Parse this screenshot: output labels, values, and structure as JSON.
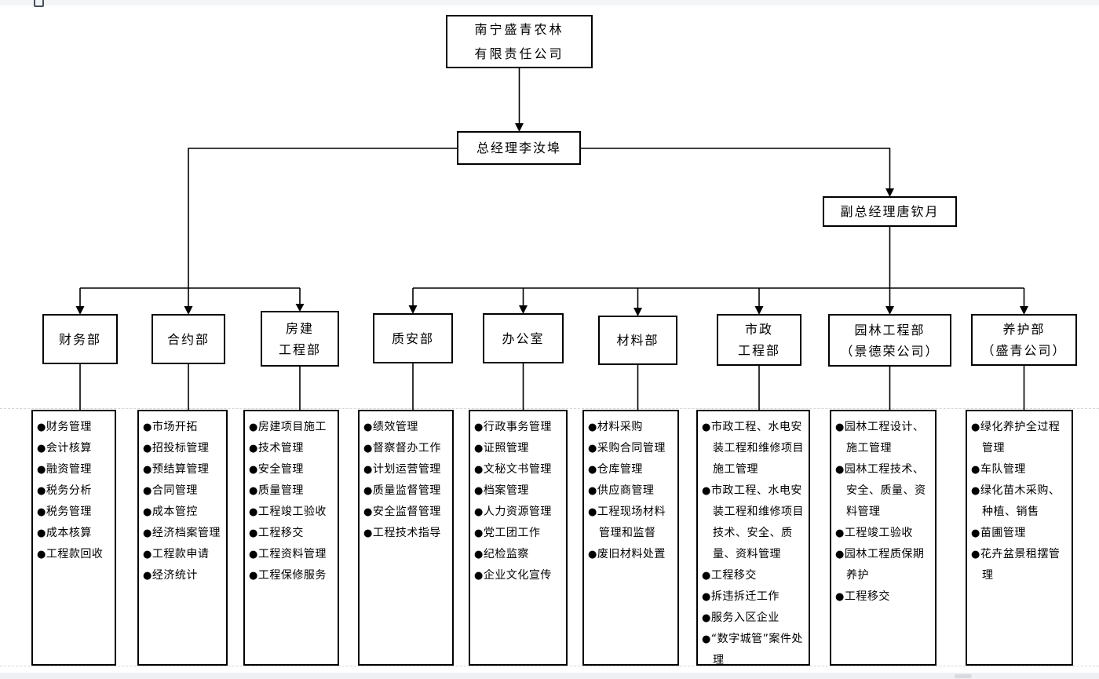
{
  "chrome": {
    "top_toolbar_icon": "square-outline-icon",
    "bottom_scroll_thumb": "scrollbar-thumb"
  },
  "chart": {
    "type": "org-chart",
    "bullet": "●",
    "company": {
      "lines": [
        "南宁盛青农林",
        "有限责任公司"
      ]
    },
    "general_manager": {
      "label": "总经理李汝埠"
    },
    "deputy_general_manager": {
      "label": "副总经理唐钦月"
    },
    "departments": [
      {
        "name_lines": [
          "财务部"
        ],
        "reports_to": "general_manager",
        "duties": [
          "财务管理",
          "会计核算",
          "融资管理",
          "税务分析",
          "税务管理",
          "成本核算",
          "工程款回收"
        ]
      },
      {
        "name_lines": [
          "合约部"
        ],
        "reports_to": "general_manager",
        "duties": [
          "市场开拓",
          "招投标管理",
          "预结算管理",
          "合同管理",
          "成本管控",
          "经济档案管理",
          "工程款申请",
          "经济统计"
        ]
      },
      {
        "name_lines": [
          "房建",
          "工程部"
        ],
        "reports_to": "general_manager",
        "duties": [
          "房建项目施工",
          "技术管理",
          "安全管理",
          "质量管理",
          "工程竣工验收",
          "工程移交",
          "工程资料管理",
          "工程保修服务"
        ]
      },
      {
        "name_lines": [
          "质安部"
        ],
        "reports_to": "deputy_general_manager",
        "duties": [
          "绩效管理",
          "督察督办工作",
          "计划运营管理",
          "质量监督管理",
          "安全监督管理",
          "工程技术指导"
        ]
      },
      {
        "name_lines": [
          "办公室"
        ],
        "reports_to": "deputy_general_manager",
        "duties": [
          "行政事务管理",
          "证照管理",
          "文秘文书管理",
          "档案管理",
          "人力资源管理",
          "党工团工作",
          "纪检监察",
          "企业文化宣传"
        ]
      },
      {
        "name_lines": [
          "材料部"
        ],
        "reports_to": "deputy_general_manager",
        "duties": [
          "材料采购",
          "采购合同管理",
          "仓库管理",
          "供应商管理",
          "工程现场材料管理和监督",
          "废旧材料处置"
        ]
      },
      {
        "name_lines": [
          "市政",
          "工程部"
        ],
        "reports_to": "deputy_general_manager",
        "duties": [
          "市政工程、水电安装工程和维修项目施工管理",
          "市政工程、水电安装工程和维修项目技术、安全、质量、资料管理",
          "工程移交",
          "拆违拆迁工作",
          "服务入区企业",
          "“数字城管”案件处理"
        ]
      },
      {
        "name_lines": [
          "园林工程部",
          "（景德荣公司）"
        ],
        "reports_to": "deputy_general_manager",
        "duties": [
          "园林工程设计、施工管理",
          "园林工程技术、安全、质量、资料管理",
          "工程竣工验收",
          "园林工程质保期养护",
          "工程移交"
        ]
      },
      {
        "name_lines": [
          "养护部",
          "（盛青公司）"
        ],
        "reports_to": "deputy_general_manager",
        "duties": [
          "绿化养护全过程管理",
          "车队管理",
          "绿化苗木采购、种植、销售",
          "苗圃管理",
          "花卉盆景租摆管理"
        ]
      }
    ]
  }
}
